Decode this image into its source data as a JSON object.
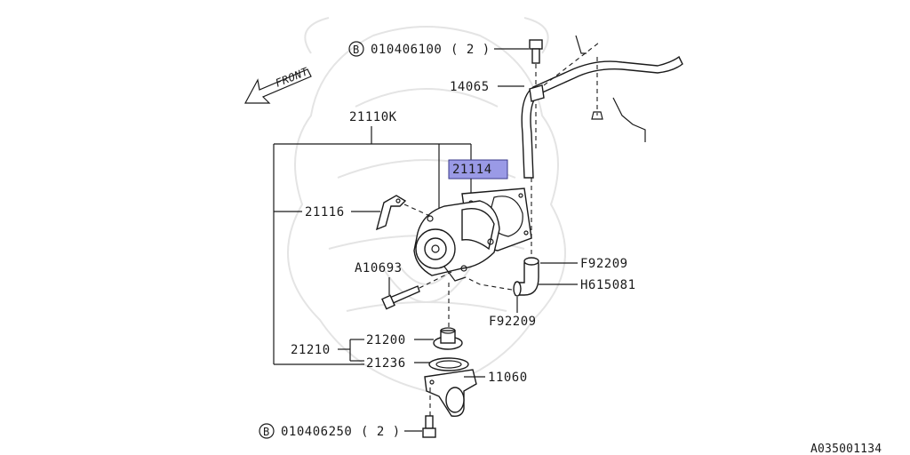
{
  "figure_id": "A035001134",
  "front_label": "FRONT",
  "callouts": {
    "bolt_top": {
      "marker": "B",
      "part": "010406100",
      "qty": "( 2 )"
    },
    "bolt_bottom": {
      "marker": "B",
      "part": "010406250",
      "qty": "( 2 )"
    },
    "pipe": "14065",
    "pump_kit": "21110K",
    "gasket_highlighted": "21114",
    "bracket": "21116",
    "pump_bolt": "A10693",
    "clamp_upper": "F92209",
    "hose": "H615081",
    "clamp_lower": "F92209",
    "thermostat": "21200",
    "thermostat_assy": "21210",
    "thermo_gasket": "21236",
    "thermo_cover": "11060"
  },
  "colors": {
    "highlight_fill": "#9a9ae6",
    "highlight_stroke": "#3a3a8a",
    "line": "#1a1a1a",
    "watermark": "#e4e4e4"
  }
}
